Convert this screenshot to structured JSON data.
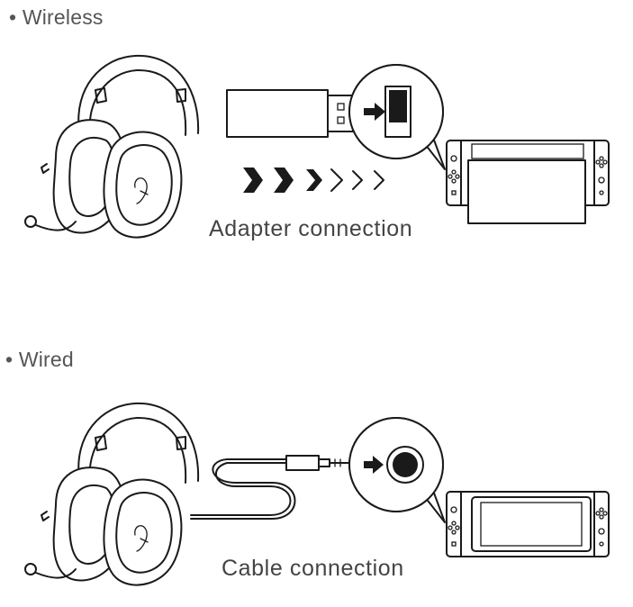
{
  "sections": {
    "wireless": {
      "label": "• Wireless",
      "caption": "Adapter connection"
    },
    "wired": {
      "label": "• Wired",
      "caption": "Cable connection"
    }
  },
  "colors": {
    "line": "#1a1a1a",
    "text": "#555555",
    "background": "#ffffff"
  },
  "icons": [
    "headset-icon",
    "usb-adapter-icon",
    "console-icon",
    "audio-jack-icon",
    "arrow-icon"
  ]
}
